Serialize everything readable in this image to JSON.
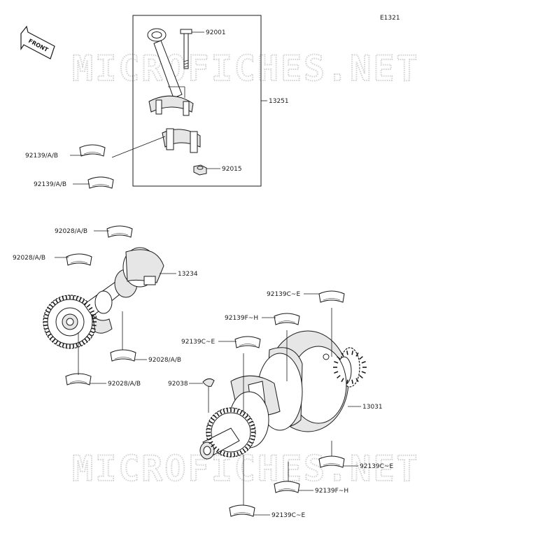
{
  "diagram_code": "E1321",
  "front_label": "FRONT",
  "watermark": "MICROFICHES.NET",
  "parts": {
    "p92001": "92001",
    "p13251": "13251",
    "p92015": "92015",
    "p92139ab_1": "92139/A/B",
    "p92139ab_2": "92139/A/B",
    "p92028ab_1": "92028/A/B",
    "p92028ab_2": "92028/A/B",
    "p13234": "13234",
    "p92028ab_3": "92028/A/B",
    "p92028ab_4": "92028/A/B",
    "p92139ce_1": "92139C~E",
    "p92139fh_1": "92139F~H",
    "p92139ce_2": "92139C~E",
    "p92038": "92038",
    "p13031": "13031",
    "p92139ce_3": "92139C~E",
    "p92139fh_2": "92139F~H",
    "p92139ce_4": "92139C~E"
  }
}
